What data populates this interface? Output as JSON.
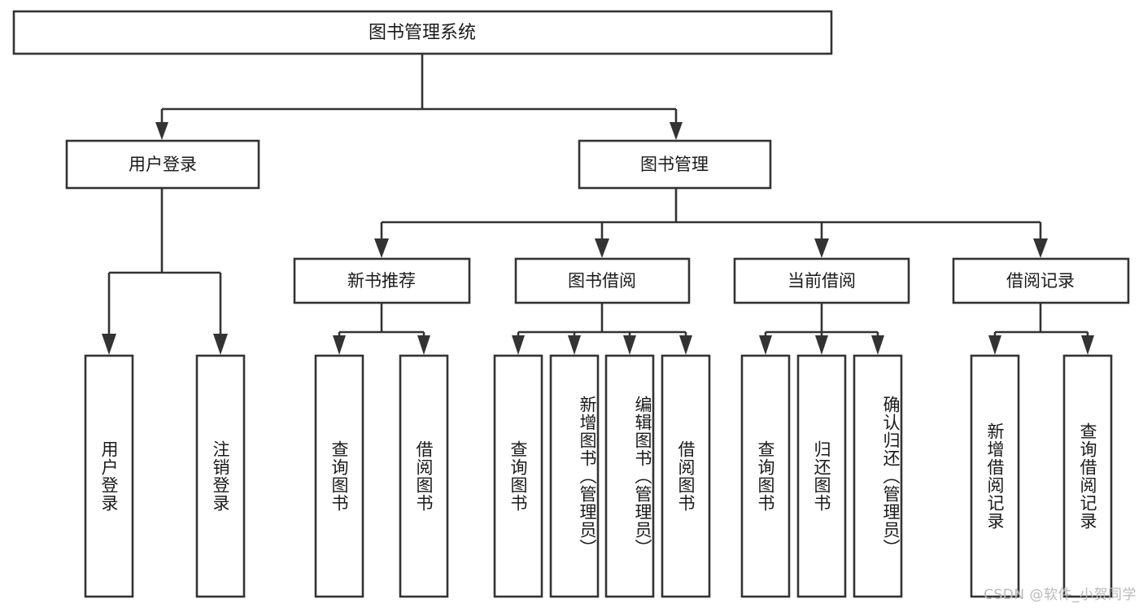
{
  "diagram": {
    "type": "tree",
    "title": "图书管理系统",
    "orientation": "top-down",
    "root": {
      "id": "root",
      "label": "图书管理系统"
    },
    "level2": [
      {
        "id": "user-login",
        "label": "用户登录"
      },
      {
        "id": "book-manage",
        "label": "图书管理"
      }
    ],
    "level3": [
      {
        "id": "new-book-recommend",
        "label": "新书推荐",
        "parent": "book-manage"
      },
      {
        "id": "book-borrow",
        "label": "图书借阅",
        "parent": "book-manage"
      },
      {
        "id": "current-borrow",
        "label": "当前借阅",
        "parent": "book-manage"
      },
      {
        "id": "borrow-record",
        "label": "借阅记录",
        "parent": "book-manage"
      }
    ],
    "leaves": [
      {
        "id": "leaf-user-login",
        "label": "用户登录",
        "parent": "user-login"
      },
      {
        "id": "leaf-logout-login",
        "label": "注销登录",
        "parent": "user-login"
      },
      {
        "id": "leaf-query-book-1",
        "label": "查询图书",
        "parent": "new-book-recommend"
      },
      {
        "id": "leaf-borrow-book-1",
        "label": "借阅图书",
        "parent": "new-book-recommend"
      },
      {
        "id": "leaf-query-book-2",
        "label": "查询图书",
        "parent": "book-borrow"
      },
      {
        "id": "leaf-add-book",
        "label": "新增图书（管理员）",
        "parent": "book-borrow"
      },
      {
        "id": "leaf-edit-book",
        "label": "编辑图书（管理员）",
        "parent": "book-borrow"
      },
      {
        "id": "leaf-borrow-book-2",
        "label": "借阅图书",
        "parent": "book-borrow"
      },
      {
        "id": "leaf-query-book-3",
        "label": "查询图书",
        "parent": "current-borrow"
      },
      {
        "id": "leaf-return-book",
        "label": "归还图书",
        "parent": "current-borrow"
      },
      {
        "id": "leaf-confirm-return",
        "label": "确认归还（管理员）",
        "parent": "current-borrow"
      },
      {
        "id": "leaf-add-record",
        "label": "新增借阅记录",
        "parent": "borrow-record"
      },
      {
        "id": "leaf-query-record",
        "label": "查询借阅记录",
        "parent": "borrow-record"
      }
    ],
    "colors": {
      "stroke": "#333333",
      "fill": "#ffffff",
      "text": "#1a1a1a",
      "watermark": "#b9b9b9"
    }
  },
  "watermark": {
    "text": "CSDN @软件_小贺同学"
  }
}
